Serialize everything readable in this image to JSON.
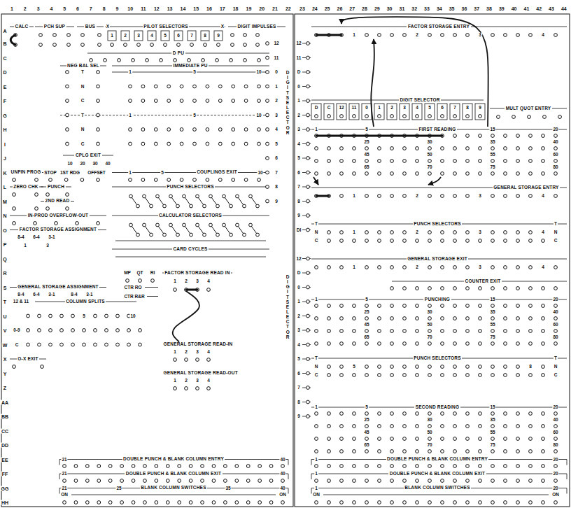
{
  "diagram": {
    "nodes": [
      {
        "text": [
          "CALC"
        ]
      },
      {
        "text": [
          "PCH SUP"
        ]
      },
      {
        "text": [
          "BUS"
        ]
      },
      {
        "text": [
          "PILOT SELECTORS"
        ]
      },
      {
        "text": [
          "DIGIT IMPULSES"
        ]
      },
      {
        "text": [
          "FACTOR STORAGE ENTRY"
        ]
      },
      {
        "text": [
          "D PU"
        ]
      },
      {
        "text": [
          "NEG BAL SEL"
        ]
      },
      {
        "text": [
          "IMMEDIATE PU"
        ]
      },
      {
        "text": [
          "DIGIT SELECTOR"
        ]
      },
      {
        "text": [
          "MULT QUOT ENTRY"
        ]
      },
      {
        "text": [
          "FIRST READING"
        ]
      },
      {
        "text": [
          "CPLG EXIT"
        ]
      },
      {
        "text": [
          "COUPLINGS EXIT"
        ]
      },
      {
        "text": [
          "UNFIN PROG"
        ]
      },
      {
        "text": [
          "GENERAL STORAGE ENTRY"
        ]
      },
      {
        "text": [
          "ZERO CHK"
        ]
      },
      {
        "text": [
          "PUNCH"
        ]
      },
      {
        "text": [
          "PUNCH SELECTORS"
        ]
      },
      {
        "text": [
          "2ND READ"
        ]
      },
      {
        "text": [
          "IN-PROD OVERFLOW-OUT"
        ]
      },
      {
        "text": [
          "CALCULATOR SELECTORS"
        ]
      },
      {
        "text": [
          "FACTOR STORAGE ASSIGNMENT"
        ]
      },
      {
        "text": [
          "PUNCH SELECTORS"
        ]
      },
      {
        "text": [
          "CARD CYCLES"
        ]
      },
      {
        "text": [
          "GENERAL STORAGE EXIT"
        ]
      },
      {
        "text": [
          "FACTOR STORAGE READ IN"
        ]
      },
      {
        "text": [
          "COUNTER EXIT"
        ]
      },
      {
        "text": [
          "GENERAL STORAGE ASSIGNMENT"
        ]
      },
      {
        "text": [
          "PUNCHING"
        ]
      },
      {
        "text": [
          "COLUMN SPLITS"
        ]
      },
      {
        "text": [
          "PUNCH SELECTORS"
        ]
      },
      {
        "text": [
          "O-X EXIT"
        ]
      },
      {
        "text": [
          "GENERAL STORAGE READ-IN"
        ]
      },
      {
        "text": [
          "GENERAL STORAGE READ-OUT"
        ]
      },
      {
        "text": [
          "SECOND READING"
        ]
      },
      {
        "text": [
          "DOUBLE PUNCH & BLANK COLUMN ENTRY"
        ]
      },
      {
        "text": [
          "DOUBLE PUNCH & BLANK COLUMN ENTRY"
        ]
      },
      {
        "text": [
          "DOUBLE PUNCH & BLANK COLUMN EXIT"
        ]
      },
      {
        "text": [
          "DOUBLE PUNCH & BLANK COLUMN EXIT"
        ]
      },
      {
        "text": [
          "BLANK COLUMN SWITCHES"
        ]
      },
      {
        "text": [
          "BLANK COLUMN SWITCHES"
        ]
      }
    ],
    "edges": [
      {
        "from": 11,
        "to": 5,
        "arrow": "to"
      },
      {
        "from": 11,
        "to": 5,
        "arrow": "to"
      },
      {
        "from": 11,
        "to": 15,
        "arrow": "to"
      },
      {
        "from": 11,
        "to": 15,
        "arrow": "to"
      },
      {
        "from": 26,
        "to": 33,
        "arrow": "none"
      }
    ],
    "labels": [
      "1",
      "2",
      "3",
      "4",
      "5",
      "6",
      "7",
      "8",
      "9",
      "10",
      "11",
      "12",
      "13",
      "14",
      "15",
      "16",
      "17",
      "18",
      "19",
      "20",
      "21",
      "22",
      "23",
      "24",
      "25",
      "26",
      "27",
      "28",
      "29",
      "30",
      "31",
      "32",
      "33",
      "34",
      "35",
      "36",
      "37",
      "38",
      "39",
      "40",
      "41",
      "42",
      "43",
      "44",
      "A",
      "B",
      "C",
      "D",
      "E",
      "F",
      "G",
      "H",
      "I",
      "J",
      "K",
      "L",
      "M",
      "N",
      "O",
      "P",
      "Q",
      "R",
      "S",
      "T",
      "U",
      "V",
      "W",
      "X",
      "Y",
      "Z",
      "AA",
      "BB",
      "CC",
      "DD",
      "EE",
      "FF",
      "GG",
      "HH",
      "X",
      "X",
      "1",
      "2",
      "3",
      "4",
      "5",
      "6",
      "7",
      "8",
      "9",
      "12",
      "11",
      "0",
      "1",
      "2",
      "3",
      "4",
      "5",
      "6",
      "7",
      "8",
      "9",
      "DIGIT SELECTOR",
      "12",
      "11",
      "D",
      "0",
      "1",
      "2",
      "3",
      "4",
      "5",
      "6",
      "7",
      "8",
      "9",
      "DI",
      "12",
      "D",
      "0",
      "1",
      "2",
      "3",
      "4",
      "5",
      "6",
      "7",
      "8",
      "9",
      "DIGIT SELECTOR",
      "T",
      "N",
      "C",
      "T",
      "N",
      "C",
      "1",
      "5",
      "10",
      "1",
      "5",
      "10",
      "10",
      "20",
      "30",
      "40",
      "STOP",
      "1ST RDG",
      "OFFSET",
      "1",
      "5",
      "10",
      "8-4",
      "6-4",
      "3-1",
      "1",
      "3",
      "MP",
      "QT",
      "RI",
      "CTR RO",
      "CTR R&R",
      "1",
      "2",
      "3",
      "4",
      "8-4",
      "6-4",
      "3-1",
      "8-4",
      "3-1",
      "12 & 11",
      "5",
      "10",
      "0-9",
      "C",
      "1",
      "2",
      "3",
      "4",
      "1",
      "2",
      "3",
      "4",
      "21",
      "40",
      "21",
      "40",
      "21",
      "25",
      "35",
      "40",
      "ON",
      "ON",
      "1",
      "2",
      "3",
      "4",
      "D",
      "C",
      "12",
      "11",
      "0",
      "1",
      "2",
      "3",
      "4",
      "5",
      "6",
      "7",
      "8",
      "9",
      "1",
      "5",
      "15",
      "20",
      "25",
      "30",
      "35",
      "40",
      "45",
      "50",
      "55",
      "60",
      "65",
      "70",
      "75",
      "80",
      "1",
      "2",
      "3",
      "4",
      "T",
      "T",
      "N",
      "1",
      "2",
      "3",
      "4",
      "N",
      "C",
      "C",
      "1",
      "2",
      "3",
      "4",
      "1",
      "5",
      "15",
      "20",
      "25",
      "30",
      "35",
      "40",
      "45",
      "50",
      "55",
      "60",
      "65",
      "70",
      "75",
      "80",
      "T",
      "T",
      "N",
      "5",
      "8",
      "N",
      "C",
      "C",
      "1",
      "5",
      "15",
      "20",
      "25",
      "30",
      "35",
      "40",
      "45",
      "50",
      "55",
      "60",
      "65",
      "70",
      "75",
      "80",
      "1",
      "20",
      "1",
      "20",
      "1",
      "20",
      "ON",
      "ON"
    ]
  }
}
